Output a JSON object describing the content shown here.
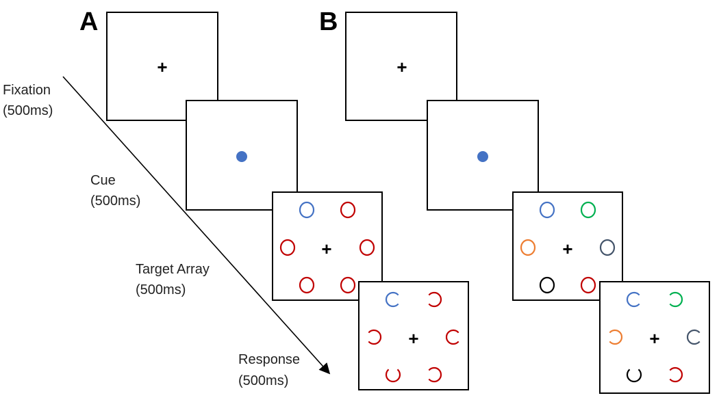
{
  "panels": [
    {
      "letter": "A"
    },
    {
      "letter": "B"
    }
  ],
  "stages": [
    {
      "name": "Fixation",
      "duration": "(500ms)"
    },
    {
      "name": "Cue",
      "duration": "(500ms)"
    },
    {
      "name": "Target Array",
      "duration": "(500ms)"
    },
    {
      "name": "Response",
      "duration": "(500ms)"
    }
  ],
  "symbols": {
    "fixation": "+"
  },
  "colors": {
    "blue": "#4472c4",
    "red": "#c00000",
    "green": "#00b050",
    "orange": "#ed7d31",
    "slate": "#44546a",
    "black": "#000000",
    "frame": "#000000",
    "cue_dot": "#4472c4"
  },
  "panel_a": {
    "target_array": [
      "blue",
      "red",
      "red",
      "red",
      "red",
      "red"
    ],
    "response_gaps": [
      "right",
      "left",
      "left",
      "right",
      "top",
      "left"
    ],
    "response_colors": [
      "blue",
      "red",
      "red",
      "red",
      "red",
      "red"
    ]
  },
  "panel_b": {
    "target_array": [
      "blue",
      "green",
      "orange",
      "slate",
      "black",
      "red"
    ],
    "response_gaps": [
      "right",
      "left",
      "left",
      "right",
      "top",
      "left"
    ],
    "response_colors": [
      "blue",
      "green",
      "orange",
      "slate",
      "black",
      "red"
    ]
  }
}
